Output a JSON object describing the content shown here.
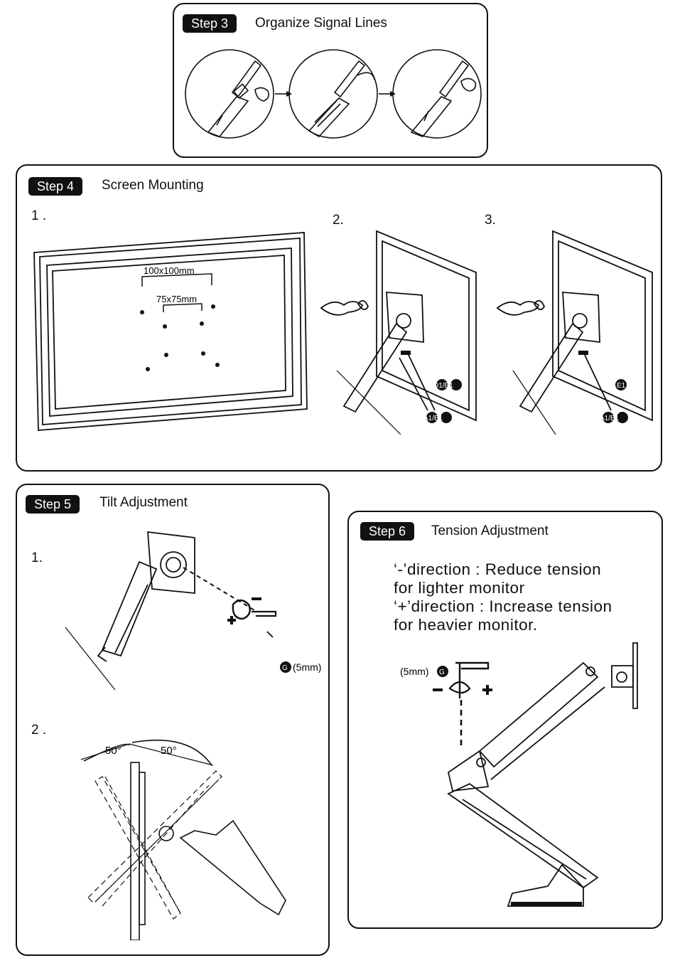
{
  "step3": {
    "badge": "Step 3",
    "title": "Organize Signal Lines"
  },
  "step4": {
    "badge": "Step 4",
    "title": "Screen Mounting",
    "sub1": "1 .",
    "sub2": "2.",
    "sub3": "3.",
    "vesa_large": "100x100mm",
    "vesa_small": "75x75mm",
    "parts_2a": "D1/E1",
    "parts_2b": "A1/B1",
    "parts_3a": "E1",
    "parts_3b": "A1/B1"
  },
  "step5": {
    "badge": "Step 5",
    "title": "Tilt Adjustment",
    "sub1": "1.",
    "sub2": "2 .",
    "wrench": "(5mm)",
    "wrench_tag": "G",
    "angle_left": "50°",
    "angle_right": "50°"
  },
  "step6": {
    "badge": "Step 6",
    "title": "Tension Adjustment",
    "lines": [
      "‘-’direction : Reduce tension",
      "for lighter monitor",
      "‘+’direction : Increase tension",
      "for heavier monitor."
    ],
    "wrench": "(5mm)",
    "wrench_tag": "G"
  }
}
